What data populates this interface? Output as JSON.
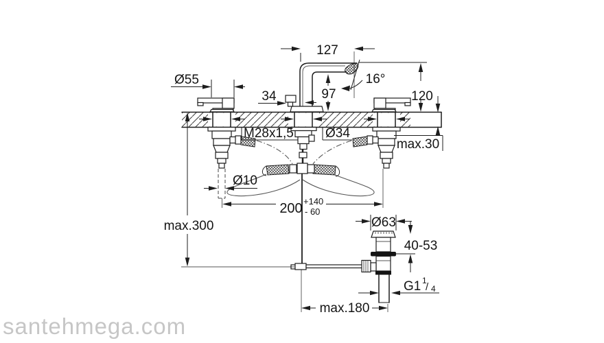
{
  "watermark": {
    "text": "santehmega.com",
    "color": "#c6c6c6"
  },
  "drawing": {
    "type": "technical-dimension-drawing",
    "subject": "3-hole basin mixer with pop-up waste, installation dimensions",
    "line_color": "#1d1d1d",
    "labels": {
      "reach": "127",
      "angle": "16°",
      "height": "120",
      "clearance": "97",
      "rod_offset": "34",
      "handle_dia": "Ø55",
      "thread": "M28x1,5",
      "hole_dia": "Ø34",
      "deck_max": "max.30",
      "rod_dia": "Ø10",
      "centers": "200",
      "tol_plus": "+140",
      "tol_minus": "- 60",
      "depth_max": "max.300",
      "flange_dia": "Ø63",
      "basin_range": "40-53",
      "g_thread": "G1",
      "g_num": "1",
      "g_slash": "/",
      "g_den": "4",
      "rod_max": "max.180"
    }
  }
}
